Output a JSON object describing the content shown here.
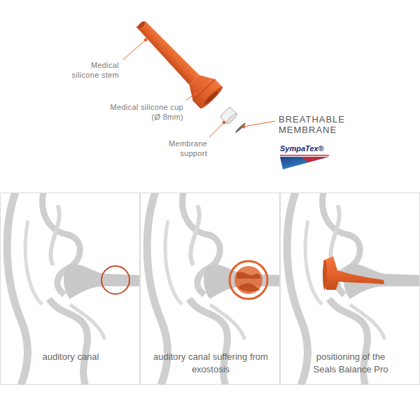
{
  "diagram": {
    "nodes": [
      {
        "text": [
          "auditory canal"
        ]
      },
      {
        "text": [
          "auditory canal suffering from exostosis"
        ]
      },
      {
        "text": [
          "positioning of the Seals Balance Pro"
        ]
      }
    ],
    "labels": [
      "Medical silicone stem",
      "Medical silicone cup (Ø 8mm)",
      "Membrane support",
      "BREATHABLE MEMBRANE",
      "SympaTex®"
    ]
  }
}
